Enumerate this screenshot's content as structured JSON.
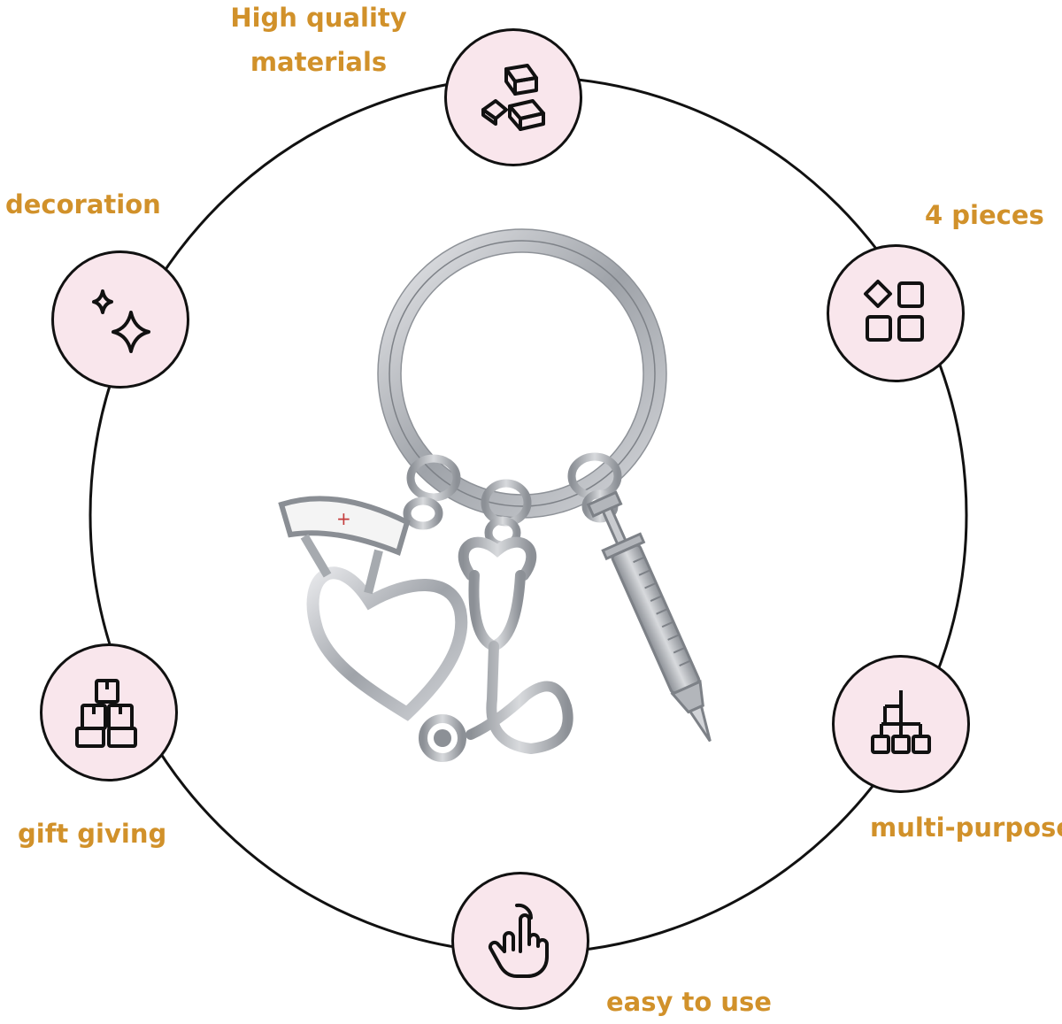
{
  "features": [
    {
      "id": "materials",
      "label_line1": "High quality",
      "label_line2": "materials",
      "icon": "gold-bars-icon"
    },
    {
      "id": "pieces",
      "label": "4 pieces",
      "icon": "shapes-blocks-icon"
    },
    {
      "id": "multi-purpose",
      "label": "multi-purpose",
      "icon": "hierarchy-icon"
    },
    {
      "id": "easy",
      "label": "easy to use",
      "icon": "hand-tap-icon"
    },
    {
      "id": "gift",
      "label": "gift giving",
      "icon": "stacked-boxes-icon"
    },
    {
      "id": "decoration",
      "label": "decoration",
      "icon": "sparkles-icon"
    }
  ],
  "product_image": {
    "subject": "keychain-with-nurse-charms",
    "charms": [
      "nurse-cap-heart-charm",
      "stethoscope-charm",
      "syringe-charm"
    ]
  },
  "colors": {
    "label": "#d1912a",
    "badge_fill": "#f9e6ec",
    "outline": "#111111",
    "metal": "#b9bcc2"
  }
}
